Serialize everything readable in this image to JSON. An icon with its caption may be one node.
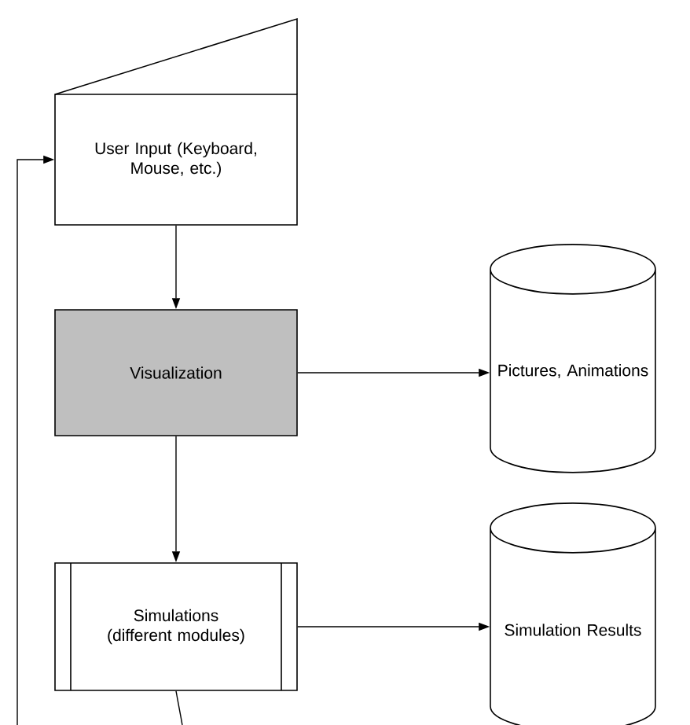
{
  "diagram": {
    "nodes": [
      {
        "text": [
          "User Input (Keyboard, Mouse, etc.)"
        ]
      },
      {
        "text": [
          "Visualization"
        ]
      },
      {
        "text": [
          "Pictures, Animations"
        ]
      },
      {
        "text": [
          "Simulations (different modules)"
        ]
      },
      {
        "text": [
          "Simulation Results"
        ]
      }
    ],
    "edges": [
      {
        "from": 0,
        "to": 1,
        "arrow": "to"
      },
      {
        "from": 1,
        "to": 2,
        "arrow": "to"
      },
      {
        "from": 1,
        "to": 3,
        "arrow": "to"
      },
      {
        "from": 3,
        "to": 4,
        "arrow": "to"
      },
      {
        "from": 3,
        "to": null,
        "arrow": "none"
      },
      {
        "from": null,
        "to": 0,
        "arrow": "to"
      }
    ]
  }
}
